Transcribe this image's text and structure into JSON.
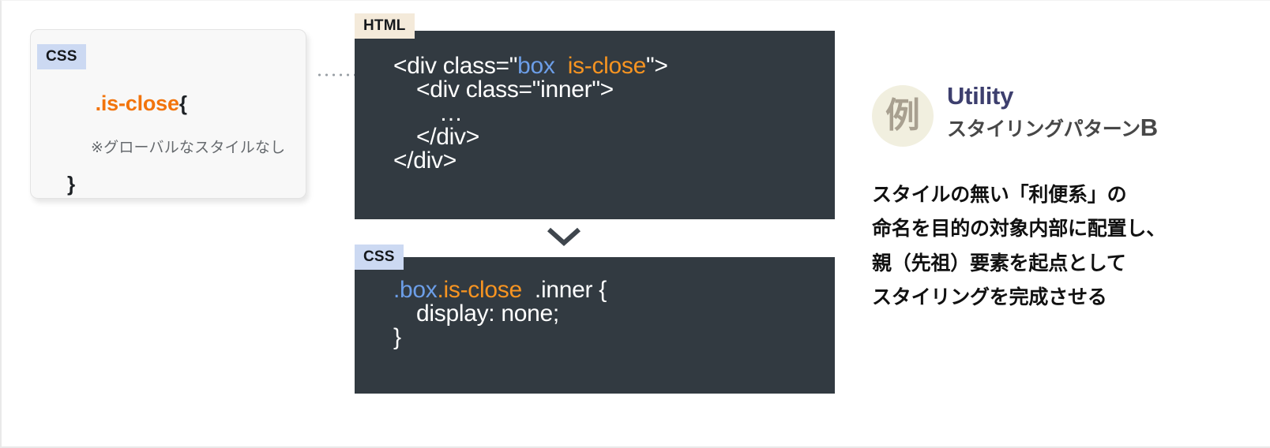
{
  "left_card": {
    "badge": "CSS",
    "selector": ".is-close",
    "open_brace": "{",
    "note": "※グローバルなスタイルなし",
    "close_brace": "}"
  },
  "connector": {
    "icon": "dotted-arrow-right"
  },
  "html_block": {
    "badge": "HTML",
    "lines": {
      "l1_a": "<div class=\"",
      "l1_b": "box",
      "l1_c": "is-close",
      "l1_d": "\">",
      "l2": "<div class=\"inner\">",
      "l3": "…",
      "l4": "</div>",
      "l5": "</div>"
    }
  },
  "down_arrow": {
    "icon": "chevron-down-icon"
  },
  "css_block": {
    "badge": "CSS",
    "lines": {
      "l1_a": ".box",
      "l1_b": ".is-close",
      "l1_c": ".inner {",
      "l2": "display: none;",
      "l3": "}"
    }
  },
  "right_panel": {
    "badge_char": "例",
    "title": "Utility",
    "subtitle": "スタイリングパターン",
    "subtitle_letter": "B",
    "body_lines": [
      "スタイルの無い「利便系」の",
      "命名を目的の対象内部に配置し、",
      "親（先祖）要素を起点として",
      "スタイリングを完成させる"
    ]
  },
  "colors": {
    "code_bg": "#323a41",
    "accent_orange": "#f79421",
    "accent_blue": "#6c9ee8",
    "title_navy": "#3d3f6e",
    "badge_css_bg": "#ccd9f2",
    "badge_html_bg": "#f4eada",
    "circle_cream": "#f1efdf"
  }
}
